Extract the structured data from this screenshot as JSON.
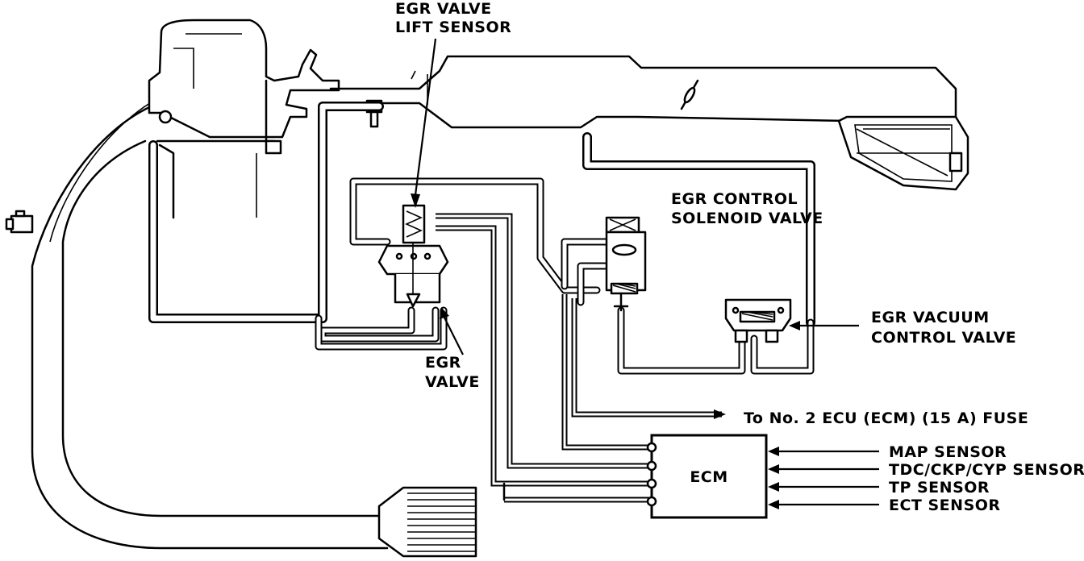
{
  "labels": {
    "egr_valve_lift_sensor": [
      "EGR VALVE",
      "LIFT SENSOR"
    ],
    "egr_control_solenoid_valve": [
      "EGR CONTROL",
      "SOLENOID VALVE"
    ],
    "egr_vacuum_control_valve": [
      "EGR VACUUM",
      "CONTROL VALVE"
    ],
    "egr_valve": [
      "EGR",
      "VALVE"
    ],
    "fuse": "To No. 2 ECU (ECM) (15 A) FUSE",
    "ecm": "ECM",
    "sensors": [
      "MAP SENSOR",
      "TDC/CKP/CYP SENSOR",
      "TP SENSOR",
      "ECT SENSOR"
    ]
  },
  "colors": {
    "ink": "#000000",
    "paper": "#ffffff"
  }
}
